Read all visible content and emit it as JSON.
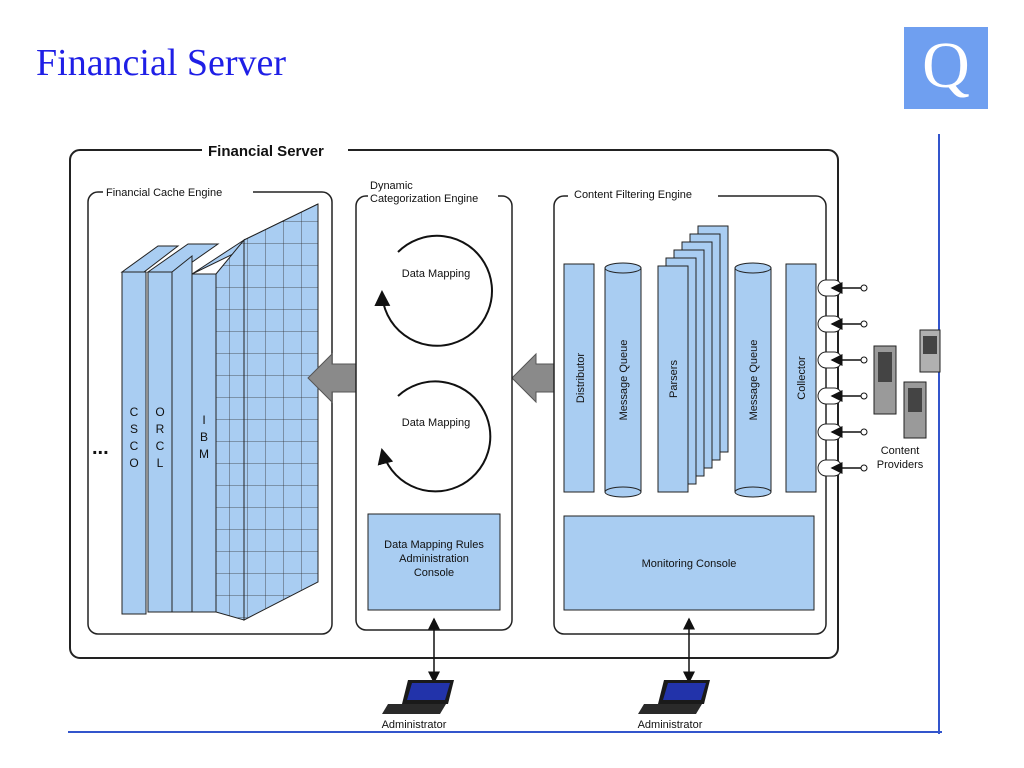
{
  "slide": {
    "title": "Financial Server",
    "logo_letter": "Q"
  },
  "diagram": {
    "server_label": "Financial Server",
    "cache_engine": {
      "label": "Financial Cache Engine",
      "ellipsis": "...",
      "slabs": [
        "CSCO",
        "ORCL",
        "IBM"
      ]
    },
    "categorization_engine": {
      "label_line1": "Dynamic",
      "label_line2": "Categorization Engine",
      "mappings": [
        "Data Mapping",
        "Data Mapping"
      ],
      "console_line1": "Data Mapping Rules",
      "console_line2": "Administration",
      "console_line3": "Console"
    },
    "filtering_engine": {
      "label": "Content Filtering Engine",
      "distributor": "Distributor",
      "queue_left": "Message Queue",
      "parsers": "Parsers",
      "queue_right": "Message Queue",
      "collector": "Collector",
      "monitoring": "Monitoring Console"
    },
    "content_providers_line1": "Content",
    "content_providers_line2": "Providers",
    "admin_left": "Administrator",
    "admin_right": "Administrator"
  },
  "colors": {
    "title": "#1f1fe6",
    "logo_bg": "#6f9ff0",
    "block_fill": "#a9cdf2",
    "frame_border": "#3355cc",
    "arrow_gray": "#8a8a8a"
  }
}
